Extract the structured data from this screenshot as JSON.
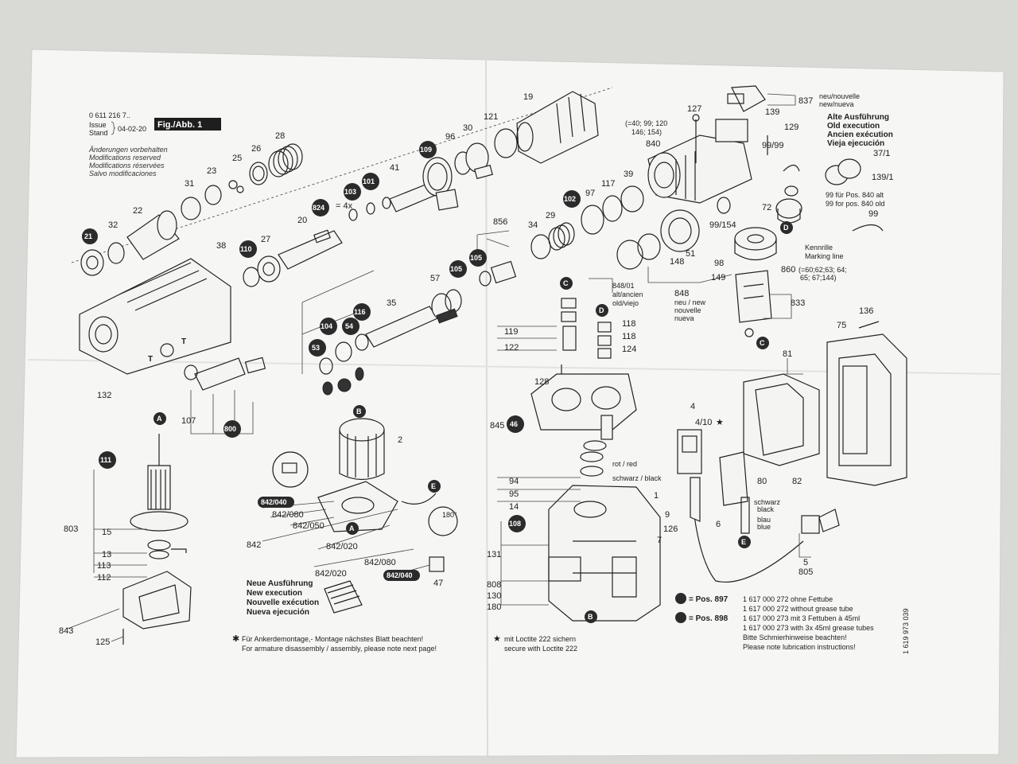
{
  "header": {
    "part_number": "0 611 216 7..",
    "issue_label": "Issue",
    "stand_label": "Stand",
    "date": "04-02-20",
    "fig_label": "Fig./Abb. 1",
    "notes": [
      "Änderungen vorbehalten",
      "Modifications reserved",
      "Modifications réservées",
      "Salvo modificaciones"
    ]
  },
  "labels": {
    "l19": "19",
    "l121": "121",
    "l30": "30",
    "l96": "96",
    "l109": "109",
    "l41": "41",
    "l101": "101",
    "l103": "103",
    "l824": "824",
    "l4x": "= 4x",
    "l20": "20",
    "l28": "28",
    "l26": "26",
    "l25": "25",
    "l23": "23",
    "l31": "31",
    "l22": "22",
    "l32": "32",
    "l21": "21",
    "l38": "38",
    "l110": "110",
    "l27": "27",
    "l132": "132",
    "l107": "107",
    "l800": "800",
    "l127": "127",
    "l840": "840",
    "l39": "39",
    "l117": "117",
    "l97": "97",
    "l102": "102",
    "l29": "29",
    "l34": "34",
    "l856": "856",
    "l105a": "105",
    "l105b": "105",
    "l57": "57",
    "l116": "116",
    "l35": "35",
    "l104": "104",
    "l54": "54",
    "l53": "53",
    "l139": "139",
    "l837": "837",
    "l129": "129",
    "l9999": "99/99",
    "l72": "72",
    "l99154": "99/154",
    "l148": "148",
    "l51": "51",
    "l98": "98",
    "l860": "860",
    "l149": "149",
    "l848": "848",
    "l84801": "848/01",
    "l833": "833",
    "l119": "119",
    "l122": "122",
    "l118a": "118",
    "l118b": "118",
    "l124": "124",
    "l128": "128",
    "l845": "845",
    "l46": "46",
    "l94": "94",
    "l95": "95",
    "l14": "14",
    "l1": "1",
    "l9": "9",
    "l126": "126",
    "l7": "7",
    "l108": "108",
    "l131": "131",
    "l808": "808",
    "l130": "130",
    "l180": "180",
    "l111": "111",
    "l803": "803",
    "l15": "15",
    "l13": "13",
    "l113": "113",
    "l112": "112",
    "l843": "843",
    "l125": "125",
    "l2": "2",
    "l842a": "842",
    "l842040a": "842/040",
    "l842080a": "842/080",
    "l842050": "842/050",
    "l842020a": "842/020",
    "l842020b": "842/020",
    "l842080b": "842/080",
    "l842040b": "842/040",
    "l47": "47",
    "l180deg": "180°",
    "l136": "136",
    "l75": "75",
    "l81": "81",
    "l80": "80",
    "l82": "82",
    "l4": "4",
    "l410": "4/10",
    "l6": "6",
    "l5": "5",
    "l805": "805",
    "l139_1": "139/1",
    "l37_1": "37/1",
    "l99r": "99",
    "cA": "A",
    "cB": "B",
    "cC": "C",
    "cD": "D",
    "cE": "E"
  },
  "texts": {
    "neu_nouvelle": "neu/nouvelle",
    "new_nueva": "new/nueva",
    "eq40": "(=40; 99; 120",
    "eq146": "146; 154)",
    "alte_ausf": "Alte Ausführung",
    "old_exec": "Old execution",
    "ancien_exec": "Ancien exécution",
    "vieja_ejec": "Vieja ejecución",
    "pos840_alt": "99 für Pos. 840 alt",
    "pos840_old": "99 for pos. 840 old",
    "kennrille": "Kennrille",
    "marking_line": "Marking line",
    "eq60": "(=60;62;63; 64;",
    "eq65": "65; 67;144)",
    "alt_ancien": "alt/ancien",
    "old_viejo": "old/viejo",
    "neu_new": "neu / new",
    "nouvelle": "nouvelle",
    "nueva": "nueva",
    "rot_red": "rot / red",
    "schwarz_black": "schwarz / black",
    "schwarz": "schwarz",
    "black": "black",
    "blau": "blau",
    "blue": "blue",
    "neue_ausf": "Neue Ausführung",
    "new_exec": "New execution",
    "nouvelle_exec": "Nouvelle exécution",
    "nueva_ejec": "Nueva ejecución",
    "anker_de": "Für Ankerdemontage,- Montage nächstes Blatt beachten!",
    "anker_en": "For armature disassembly / assembly, please note next page!",
    "loctite_de": "mit Loctite 222 sichern",
    "loctite_en": "secure with Loctite 222",
    "pos897": "= Pos. 897",
    "pos898": "= Pos. 898",
    "grease1": "1 617 000 272 ohne Fettube",
    "grease2": "1 617 000 272 without grease tube",
    "grease3": "1 617 000 273 mit 3 Fettuben à 45ml",
    "grease4": "1 617 000 273 with 3x 45ml grease tubes",
    "grease5": "Bitte Schmierhinweise beachten!",
    "grease6": "Please note lubrication instructions!",
    "doc_number": "1 619 973 039"
  },
  "colors": {
    "paper": "#f7f7f5",
    "background": "#d9d9d6",
    "ink": "#222222",
    "badge": "#2b2b2b"
  }
}
